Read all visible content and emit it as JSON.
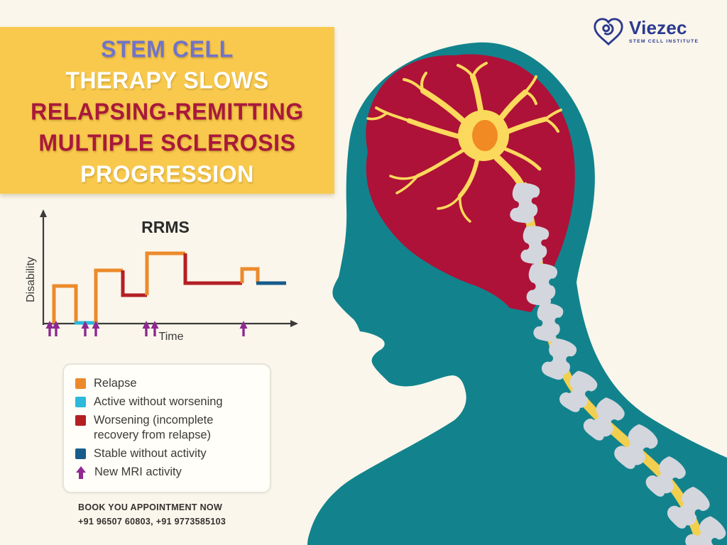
{
  "colors": {
    "cream": "#FAF6EB",
    "teal": "#12838D",
    "banner_yellow": "#F8C94D",
    "brain_red": "#AE1238",
    "neuron_yellow": "#FBD95C",
    "nucleus_orange": "#F18A23",
    "vertebra_gray": "#D3D6DD",
    "cord_yellow": "#F2CF4E",
    "navy": "#2B3990",
    "chart_orange": "#EC8A2B",
    "chart_cyan": "#2CB9DC",
    "chart_red": "#B41F24",
    "chart_blue": "#175C8A",
    "chart_purple": "#8F2890",
    "axis_dark": "#3B3B3B"
  },
  "banner": {
    "lines": [
      {
        "text": "STEM CELL",
        "color": "#7173C9"
      },
      {
        "text": "THERAPY SLOWS",
        "color": "#FFFFFF"
      },
      {
        "text": "RELAPSING-REMITTING",
        "color": "#A8193B"
      },
      {
        "text": "MULTIPLE SCLEROSIS",
        "color": "#A8193B"
      },
      {
        "text": "PROGRESSION",
        "color": "#FFFFFF"
      }
    ]
  },
  "logo": {
    "name": "Viezec",
    "subtitle": "STEM CELL INSTITUTE"
  },
  "chart_data": {
    "type": "line",
    "title": "RRMS",
    "xlabel": "Time",
    "ylabel": "Disability",
    "grid": false,
    "axis_arrows": true,
    "ylim": [
      0,
      2.5
    ],
    "steps": [
      {
        "state": "baseline",
        "t": [
          0,
          4.3
        ],
        "level": 0
      },
      {
        "state": "relapse",
        "t": [
          4.3,
          13.1
        ],
        "level": 1.1
      },
      {
        "state": "active_without_worsening",
        "t": [
          12.5,
          21.0
        ],
        "level": 0
      },
      {
        "state": "relapse",
        "t": [
          21.0,
          31.8
        ],
        "level": 1.55
      },
      {
        "state": "worsening_incomplete_recovery",
        "t": [
          31.8,
          41.5
        ],
        "level": 0.85
      },
      {
        "state": "relapse",
        "t": [
          41.5,
          56.8
        ],
        "level": 2.05
      },
      {
        "state": "worsening_incomplete_recovery",
        "t": [
          56.8,
          79.5
        ],
        "level": 1.2
      },
      {
        "state": "relapse",
        "t": [
          79.5,
          85.8
        ],
        "level": 1.6
      },
      {
        "state": "stable_without_activity",
        "t": [
          85.8,
          97.0
        ],
        "level": 1.2
      }
    ],
    "new_mri_activity_t": [
      2.6,
      5.1,
      16.8,
      21.0,
      41.2,
      44.6,
      80.1
    ],
    "render": {
      "segments": [
        {
          "color": "chart_orange",
          "points": [
            [
              48,
              168
            ],
            [
              48,
              115
            ],
            [
              79,
              115
            ],
            [
              79,
              166
            ]
          ]
        },
        {
          "color": "chart_cyan",
          "points": [
            [
              77,
              167
            ],
            [
              110,
              167
            ]
          ]
        },
        {
          "color": "chart_orange",
          "points": [
            [
              107,
              167
            ],
            [
              107,
              93
            ],
            [
              145,
              93
            ]
          ]
        },
        {
          "color": "chart_red",
          "points": [
            [
              145,
              93
            ],
            [
              145,
              128
            ],
            [
              179,
              128
            ]
          ]
        },
        {
          "color": "chart_orange",
          "points": [
            [
              179,
              128
            ],
            [
              179,
              69
            ],
            [
              233,
              69
            ]
          ]
        },
        {
          "color": "chart_red",
          "points": [
            [
              233,
              69
            ],
            [
              233,
              111
            ],
            [
              313,
              111
            ]
          ]
        },
        {
          "color": "chart_orange",
          "points": [
            [
              313,
              111
            ],
            [
              313,
              91
            ],
            [
              335,
              91
            ],
            [
              335,
              111
            ]
          ]
        },
        {
          "color": "chart_blue",
          "points": [
            [
              333,
              111
            ],
            [
              375,
              111
            ]
          ]
        }
      ],
      "mri_arrow_x": [
        42,
        51,
        92,
        107,
        178,
        190,
        315
      ]
    }
  },
  "legend": {
    "items": [
      {
        "label": "Relapse",
        "color_key": "chart_orange"
      },
      {
        "label": "Active without worsening",
        "color_key": "chart_cyan"
      },
      {
        "label": "Worsening (incomplete recovery from relapse)",
        "color_key": "chart_red"
      },
      {
        "label": "Stable without activity",
        "color_key": "chart_blue"
      },
      {
        "label": "New MRI activity",
        "icon": "arrow_up",
        "color_key": "chart_purple"
      }
    ]
  },
  "cta": {
    "line1": "BOOK YOU APPOINTMENT NOW",
    "line2": "+91 96507 60803, +91 9773585103"
  }
}
